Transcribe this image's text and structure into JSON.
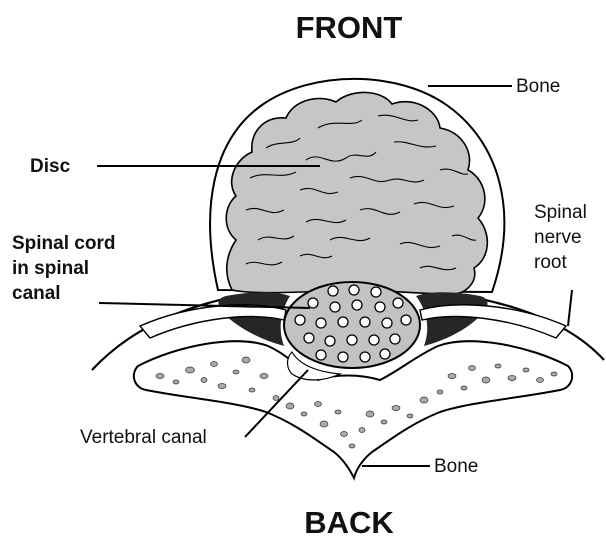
{
  "diagram": {
    "top_title": "FRONT",
    "bottom_title": "BACK",
    "labels": {
      "bone_top": "Bone",
      "disc": "Disc",
      "spinal_cord_line1": "Spinal cord",
      "spinal_cord_line2": "in spinal",
      "spinal_cord_line3": "canal",
      "nerve_root_line1": "Spinal",
      "nerve_root_line2": "nerve",
      "nerve_root_line3": "root",
      "vertebral_canal": "Vertebral canal",
      "bone_bottom": "Bone"
    }
  },
  "colors": {
    "disc_fill": "#c6c6c6",
    "bone_fill": "#ffffff",
    "bone_fleck": "#a9a9a9",
    "cord_fill": "#c2c2c2",
    "dark_tissue": "#262626",
    "outline": "#000000"
  }
}
